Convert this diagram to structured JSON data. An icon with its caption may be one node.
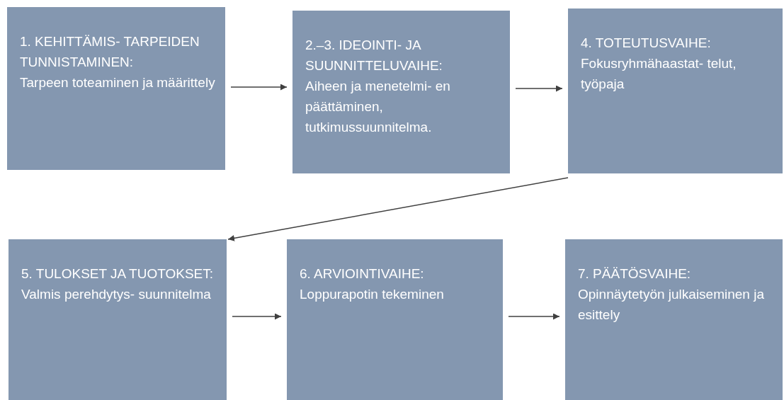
{
  "diagram": {
    "nodes": [
      {
        "text": [
          "1. KEHITTÄMIS- TARPEIDEN TUNNISTAMINEN:",
          "Tarpeen toteaminen ja määrittely"
        ]
      },
      {
        "text": [
          "2.–3. IDEOINTI- JA SUUNNITTELUVAIHE:",
          "Aiheen ja menetelmi- en päättäminen, tutkimussuunnitelma."
        ]
      },
      {
        "text": [
          "4. TOTEUTUSVAIHE:",
          "Fokusryhmähaastat- telut, työpaja"
        ]
      },
      {
        "text": [
          "5. TULOKSET JA TUOTOKSET:",
          "Valmis perehdytys- suunnitelma"
        ]
      },
      {
        "text": [
          "6. ARVIOINTIVAIHE:",
          "Loppurapotin tekeminen"
        ]
      },
      {
        "text": [
          "7. PÄÄTÖSVAIHE:",
          "Opinnäytetyön julkaiseminen ja esittely"
        ]
      }
    ],
    "edges": [
      {
        "from": 0,
        "to": 1,
        "arrow": "to"
      },
      {
        "from": 1,
        "to": 2,
        "arrow": "to"
      },
      {
        "from": 2,
        "to": 3,
        "arrow": "to"
      },
      {
        "from": 3,
        "to": 4,
        "arrow": "to"
      },
      {
        "from": 4,
        "to": 5,
        "arrow": "to"
      }
    ]
  }
}
